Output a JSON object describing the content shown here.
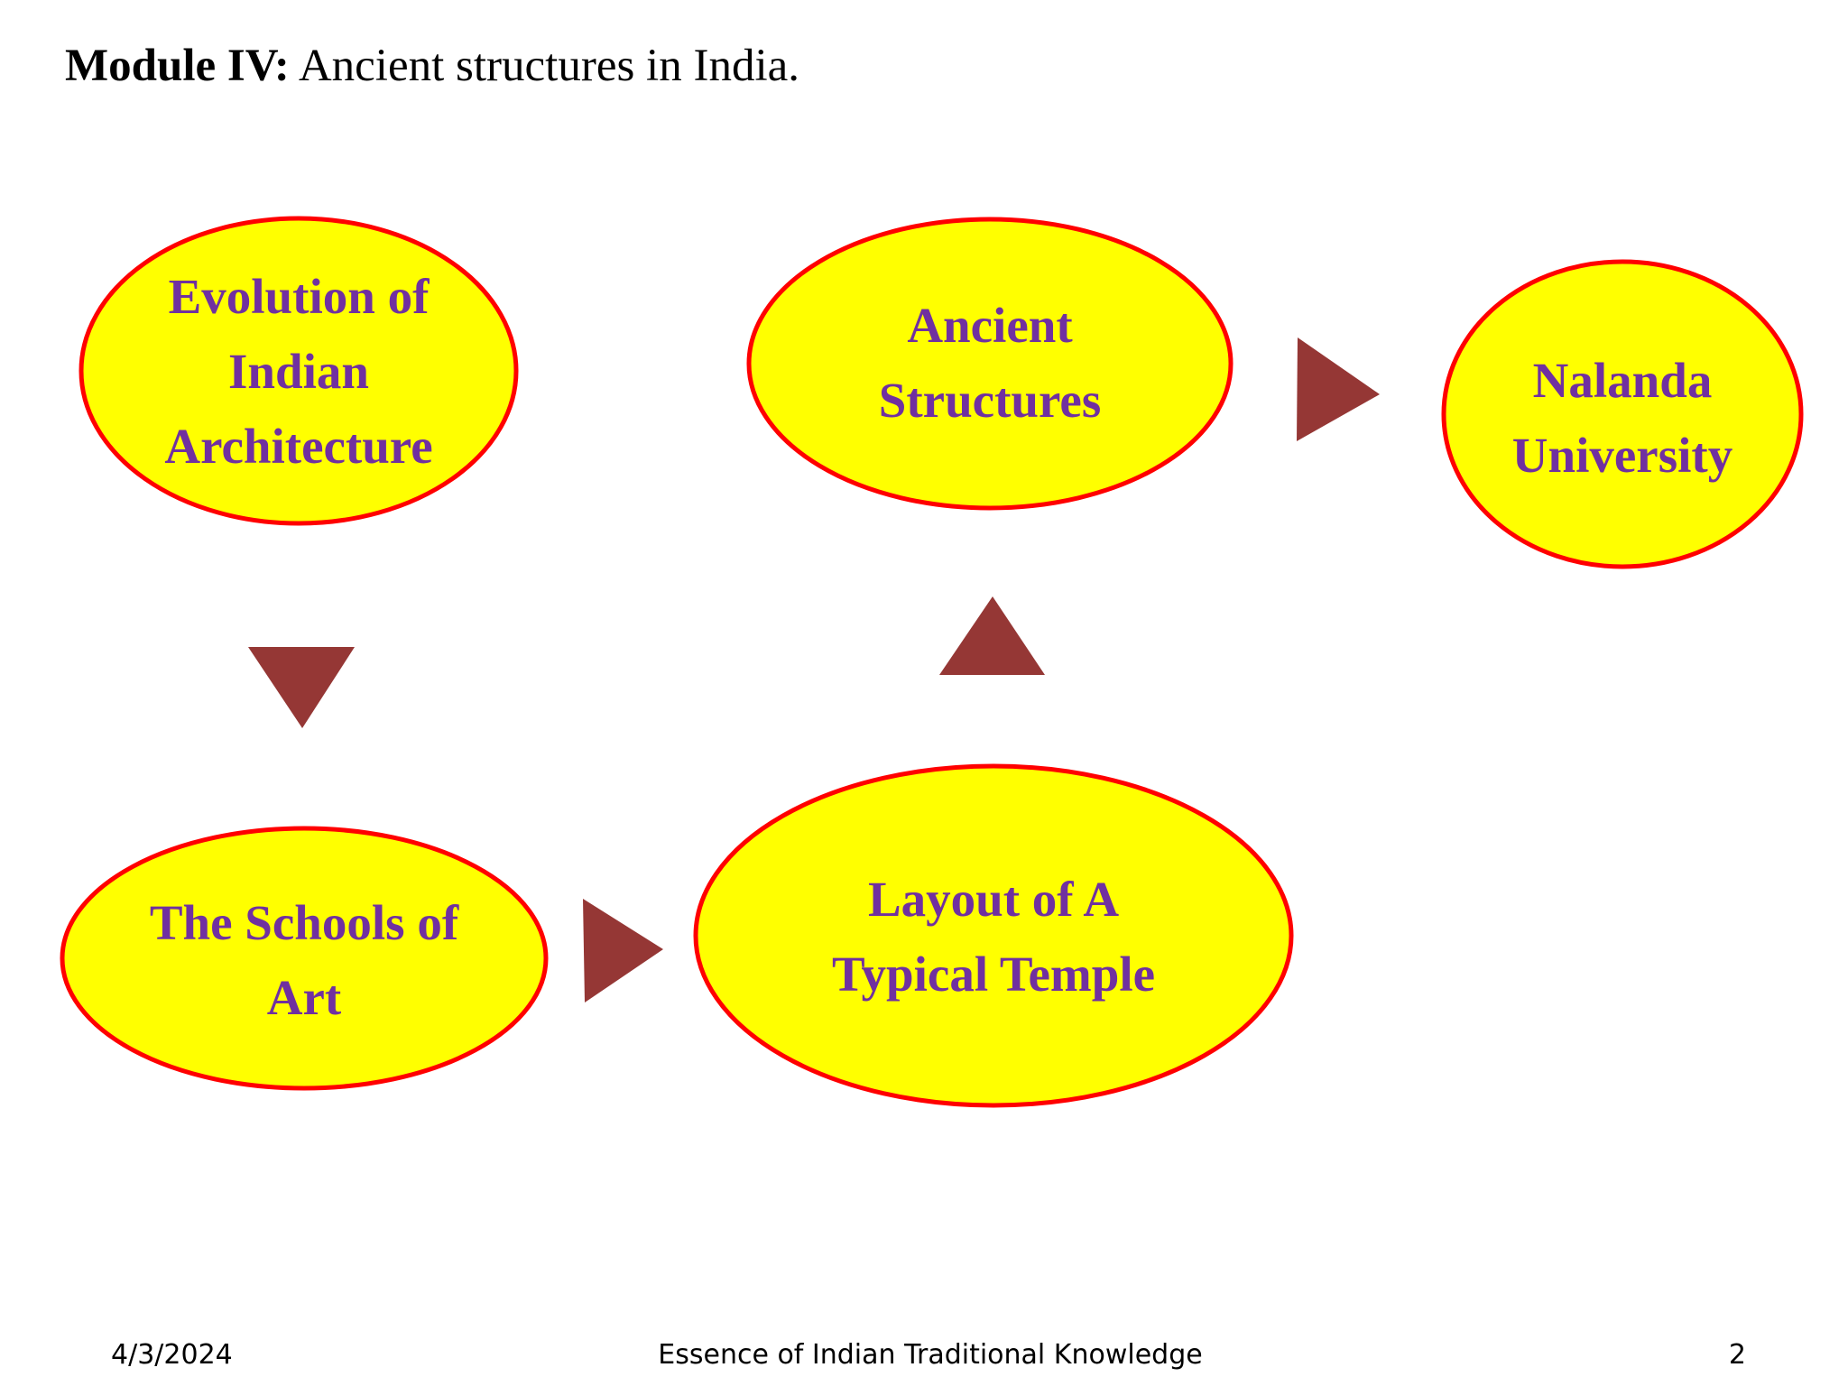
{
  "slide": {
    "title_bold": "Module IV:",
    "title_rest": " Ancient structures in India."
  },
  "colors": {
    "node_fill": "#ffff00",
    "node_border": "#ff0000",
    "node_text": "#7030a0",
    "arrow": "#953735"
  },
  "diagram": {
    "nodes": {
      "evolution": {
        "line1": "Evolution of",
        "line2": "Indian",
        "line3": "Architecture"
      },
      "schools": {
        "line1": "The Schools of",
        "line2": "Art"
      },
      "layout": {
        "line1": "Layout of A",
        "line2": "Typical Temple"
      },
      "ancient": {
        "line1": "Ancient",
        "line2": "Structures"
      },
      "nalanda": {
        "line1": "Nalanda",
        "line2": "University"
      }
    },
    "arrows": [
      {
        "from": "Evolution of Indian Architecture",
        "to": "The Schools of Art",
        "direction": "down"
      },
      {
        "from": "The Schools of Art",
        "to": "Layout of A Typical Temple",
        "direction": "right"
      },
      {
        "from": "Layout of A Typical Temple",
        "to": "Ancient Structures",
        "direction": "up"
      },
      {
        "from": "Ancient Structures",
        "to": "Nalanda University",
        "direction": "right"
      }
    ]
  },
  "footer": {
    "date": "4/3/2024",
    "center": "Essence of Indian Traditional Knowledge",
    "page": "2"
  }
}
